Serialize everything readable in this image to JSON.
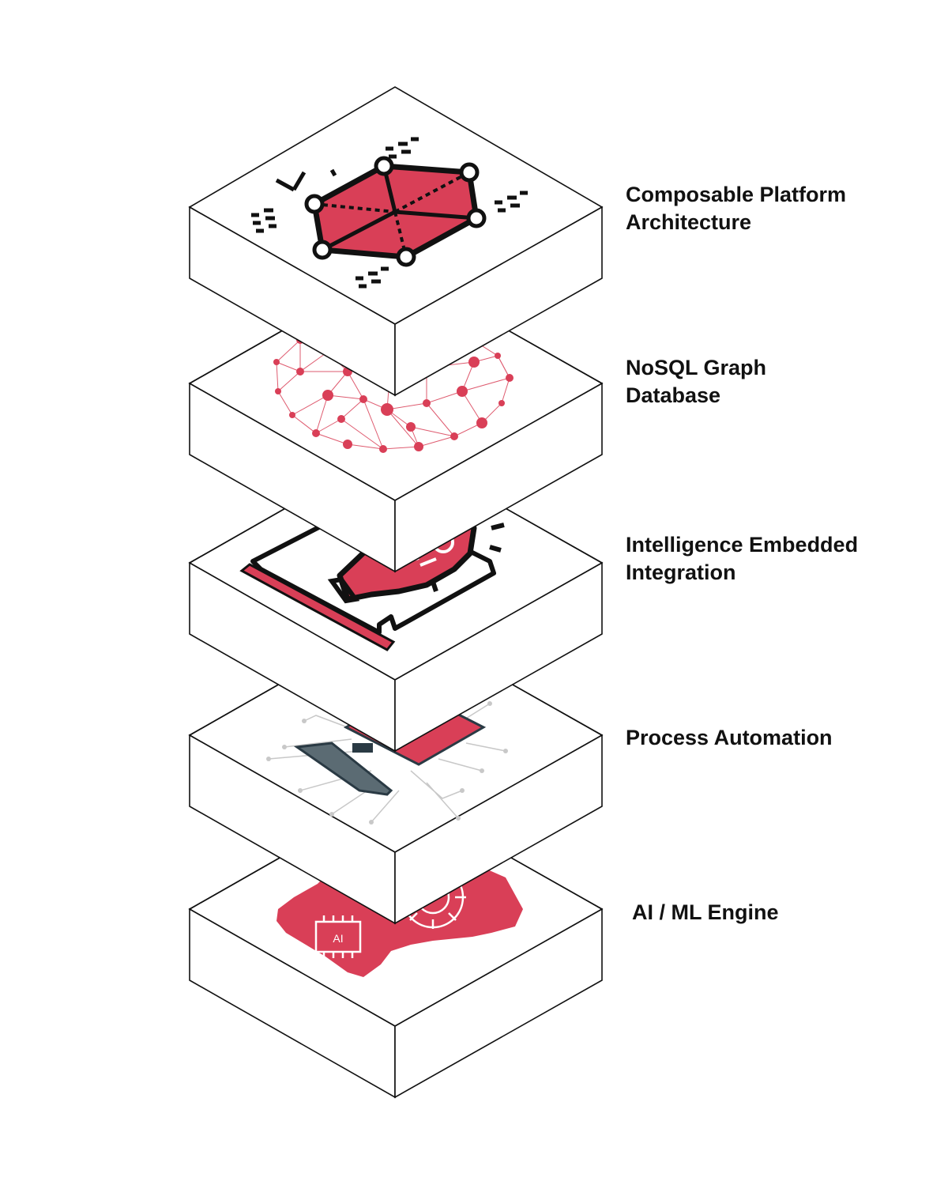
{
  "accent_color": "#d93f57",
  "dark_color": "#111111",
  "layers": [
    {
      "label_line1": "Composable Platform",
      "label_line2": "Architecture",
      "icon": "composable-cube-icon"
    },
    {
      "label_line1": "NoSQL Graph",
      "label_line2": "Database",
      "icon": "graph-sphere-icon"
    },
    {
      "label_line1": "Intelligence Embedded",
      "label_line2": "Integration",
      "icon": "lightbulb-gears-icon"
    },
    {
      "label_line1": "Process Automation",
      "label_line2": "",
      "icon": "automation-laptop-icon"
    },
    {
      "label_line1": "AI / ML Engine",
      "label_line2": "",
      "icon": "ai-head-icon"
    }
  ]
}
